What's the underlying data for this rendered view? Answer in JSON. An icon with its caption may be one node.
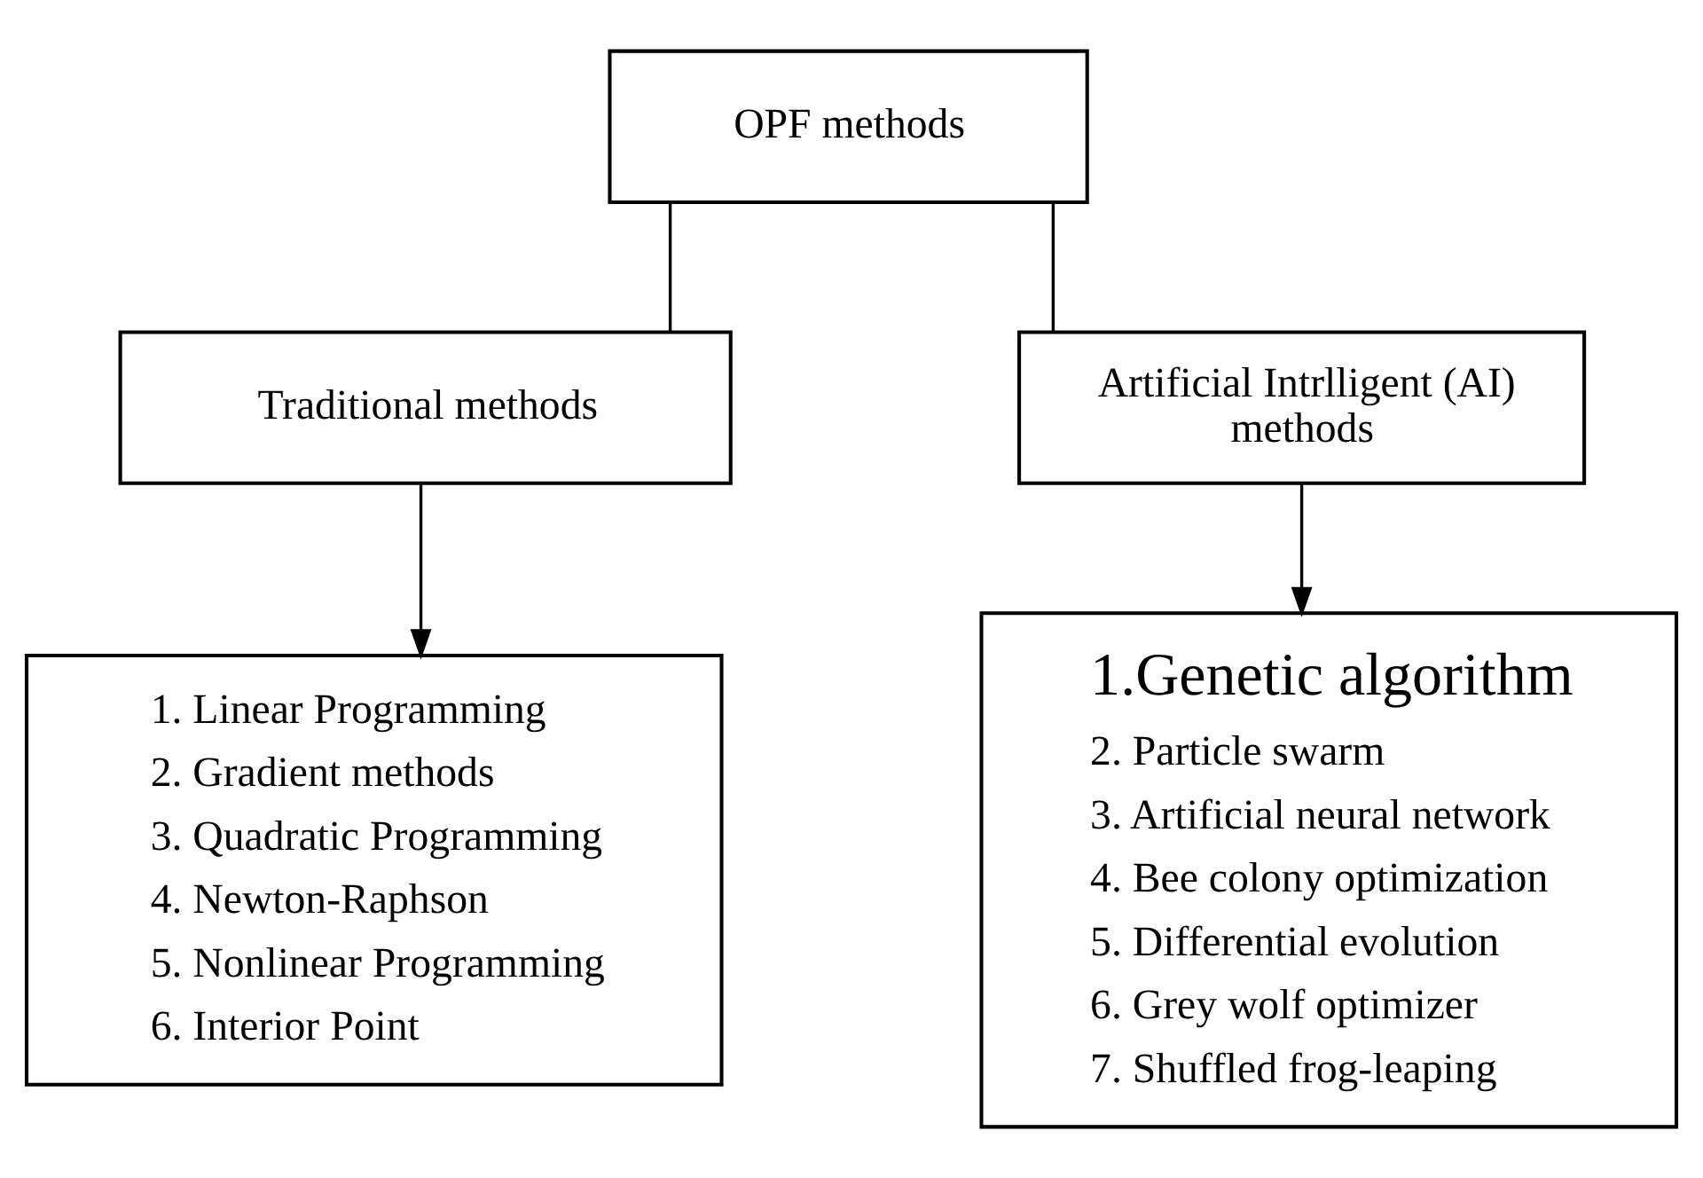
{
  "diagram": {
    "nodes": [
      {
        "text": [
          "OPF methods"
        ]
      },
      {
        "text": [
          "Traditional methods"
        ]
      },
      {
        "text": [
          "Artificial Intrlligent (AI) methods"
        ]
      },
      {
        "text": [
          "1. Linear Programming",
          "2. Gradient methods",
          "3. Quadratic Programming",
          "4. Newton-Raphson",
          "5. Nonlinear Programming",
          "6. Interior Point"
        ]
      },
      {
        "text": [
          "1.Genetic algorithm",
          "2. Particle swarm",
          "3. Artificial neural network",
          "4. Bee colony optimization",
          "5. Differential evolution",
          "6. Grey wolf optimizer",
          "7. Shuffled frog-leaping"
        ]
      }
    ],
    "edges": [
      {
        "from": 0,
        "to": 1,
        "arrow": "none"
      },
      {
        "from": 0,
        "to": 2,
        "arrow": "none"
      },
      {
        "from": 1,
        "to": 3,
        "arrow": "to"
      },
      {
        "from": 2,
        "to": 4,
        "arrow": "to"
      }
    ]
  }
}
